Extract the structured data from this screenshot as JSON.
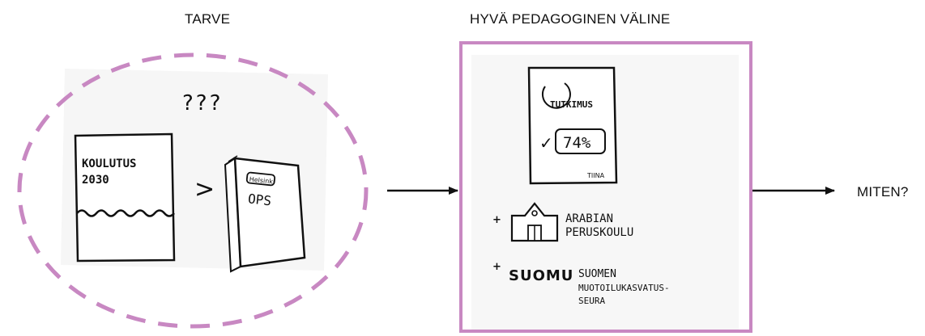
{
  "labels": {
    "need": "TARVE",
    "tool": "HYVÄ PEDAGOGINEN VÄLINE",
    "how": "MITEN?"
  },
  "need_panel": {
    "question": "???",
    "book_title_line1": "KOULUTUS",
    "book_title_line2": "2030",
    "greater_than": ">",
    "booklet_badge": "Helsinki",
    "booklet_title": "OPS"
  },
  "tool_panel": {
    "report_title": "TUTKIMUS",
    "report_checkmark": "✓",
    "report_percent": "74%",
    "report_author": "TIINA",
    "partner1_plus": "+",
    "partner1_line1": "ARABIAN",
    "partner1_line2": "PERUSKOULU",
    "partner2_plus": "+",
    "partner2_logo": "SUOMU",
    "partner2_line1": "SUOMEN",
    "partner2_line2": "MUOTOILUKASVATUS-",
    "partner2_line3": "SEURA"
  },
  "colors": {
    "accent": "#c888c2",
    "ink": "#111111"
  }
}
